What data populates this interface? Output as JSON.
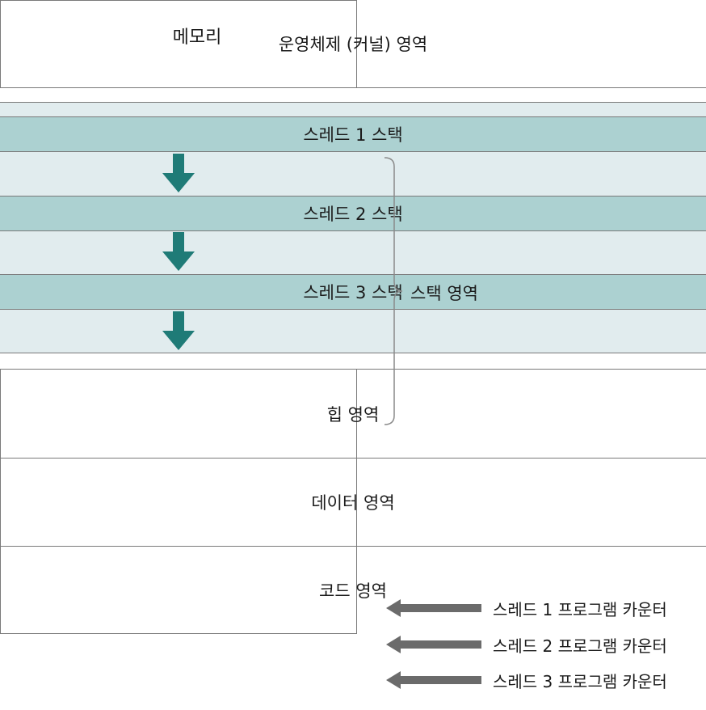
{
  "memory_title": "메모리",
  "regions": {
    "kernel": "운영체제 (커널) 영역",
    "heap": "힙 영역",
    "data": "데이터 영역",
    "code": "코드 영역"
  },
  "stacks": [
    {
      "label": "스레드 1 스택"
    },
    {
      "label": "스레드 2 스택"
    },
    {
      "label": "스레드 3 스택"
    }
  ],
  "stack_area_label": "스택 영역",
  "program_counters": [
    {
      "label": "스레드 1 프로그램 카운터"
    },
    {
      "label": "스레드 2 프로그램 카운터"
    },
    {
      "label": "스레드 3 프로그램 카운터"
    }
  ],
  "colors": {
    "stack_bar": "#acd1d1",
    "stack_bg": "#e1ecee",
    "stack_arrow": "#1f7b77",
    "pc_arrow": "#6b6b6b",
    "border": "#7a7a7a"
  }
}
